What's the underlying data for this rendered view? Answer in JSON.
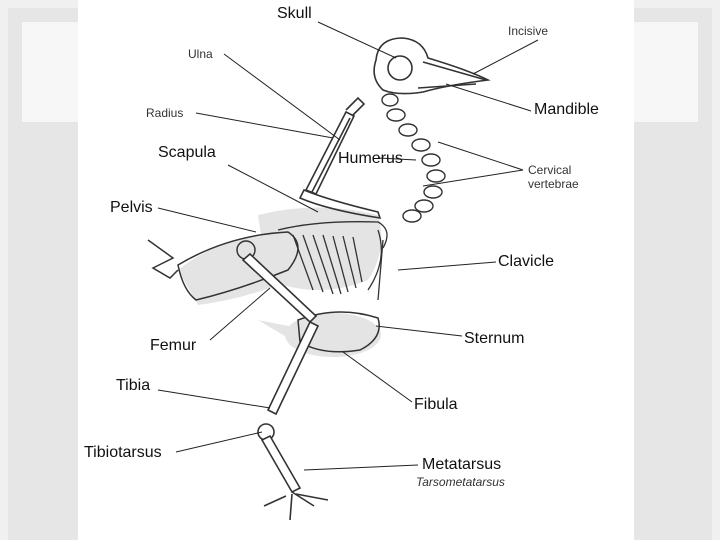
{
  "labels": {
    "skull": "Skull",
    "incisive": "Incisive",
    "ulna": "Ulna",
    "mandible": "Mandible",
    "radius": "Radius",
    "scapula": "Scapula",
    "humerus": "Humerus",
    "cervical_vertebrae_1": "Cervical",
    "cervical_vertebrae_2": "vertebrae",
    "pelvis": "Pelvis",
    "clavicle": "Clavicle",
    "femur": "Femur",
    "sternum": "Sternum",
    "tibia": "Tibia",
    "fibula": "Fibula",
    "tibiotarsus": "Tibiotarsus",
    "metatarsus": "Metatarsus",
    "tarsometatarsus": "Tarsometatarsus"
  }
}
